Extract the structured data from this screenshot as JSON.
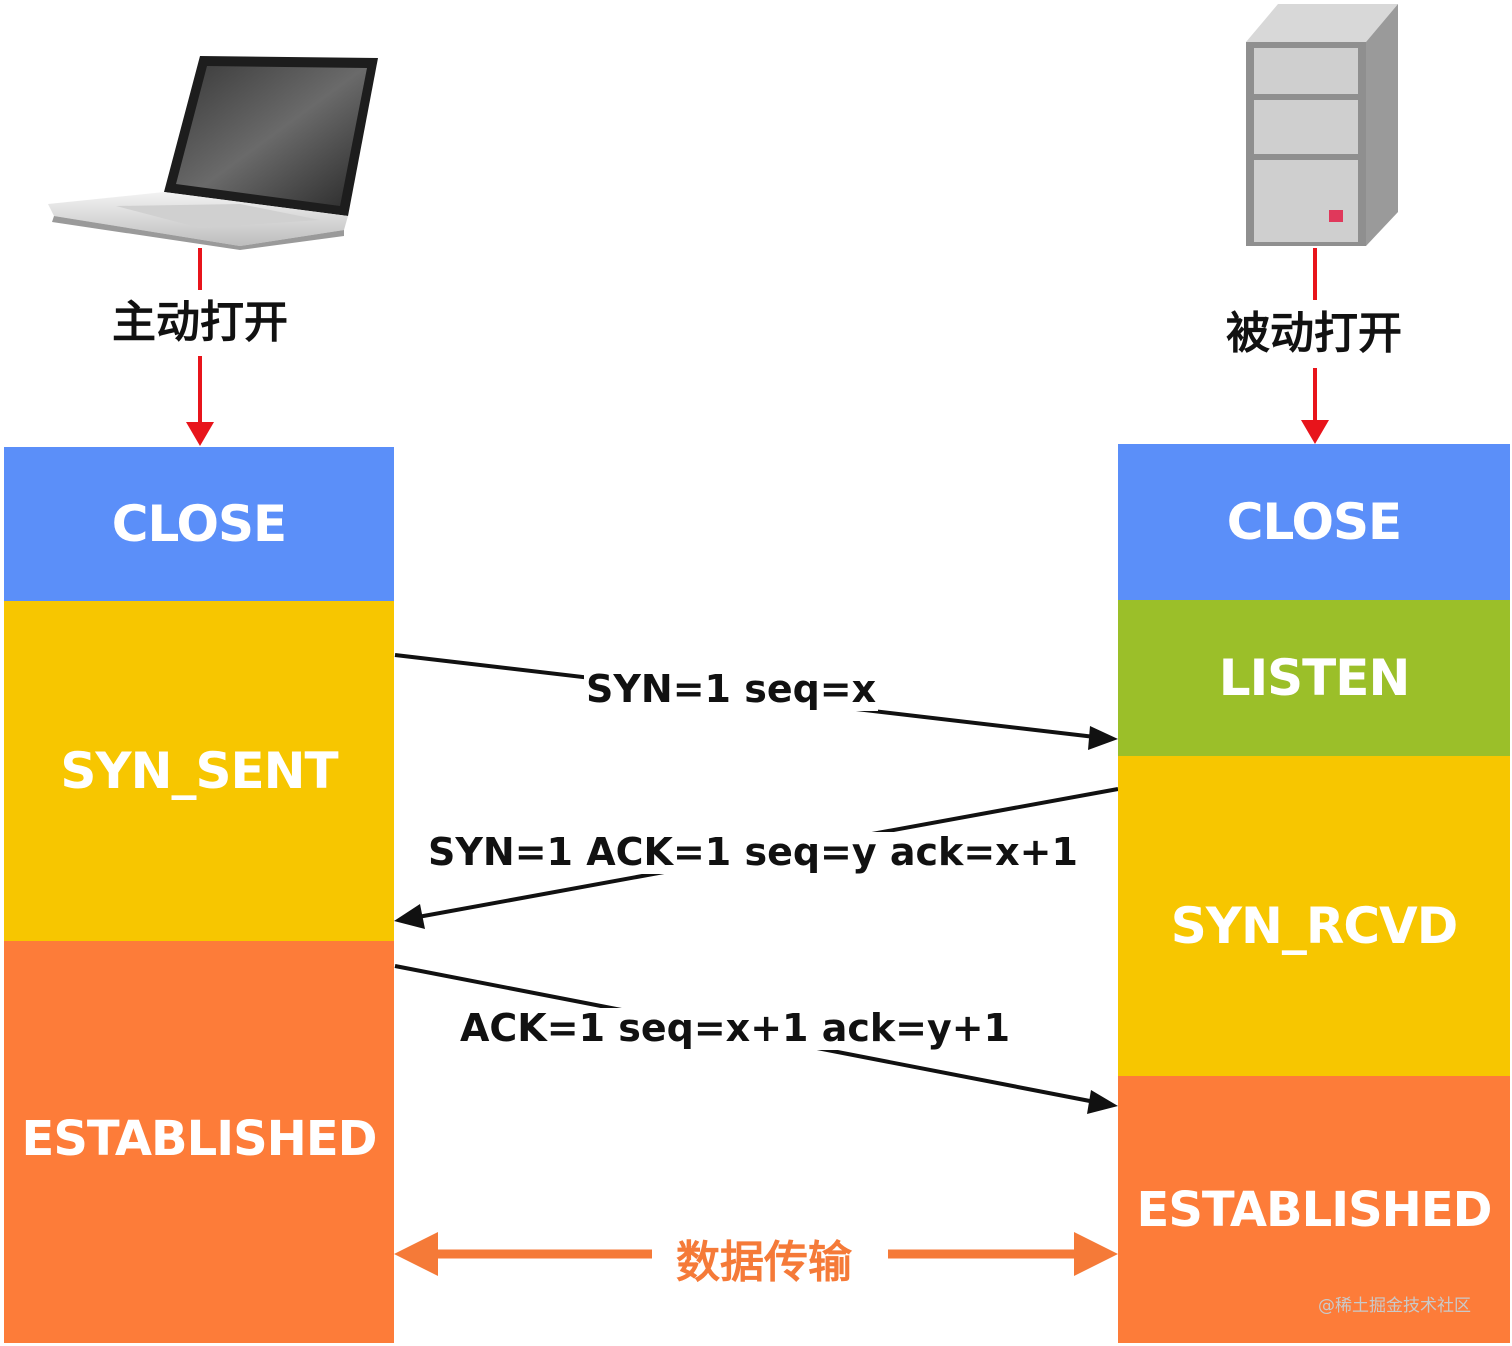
{
  "client": {
    "icon": "laptop-icon",
    "label": "主动打开",
    "states": [
      {
        "key": "close",
        "label": "CLOSE",
        "color": "#5b8ff9"
      },
      {
        "key": "syn_sent",
        "label": "SYN_SENT",
        "color": "#f7c600"
      },
      {
        "key": "established",
        "label": "ESTABLISHED",
        "color": "#fd7c39"
      }
    ]
  },
  "server": {
    "icon": "server-tower-icon",
    "label": "被动打开",
    "states": [
      {
        "key": "close",
        "label": "CLOSE",
        "color": "#5b8ff9"
      },
      {
        "key": "listen",
        "label": "LISTEN",
        "color": "#9bbf29"
      },
      {
        "key": "syn_rcvd",
        "label": "SYN_RCVD",
        "color": "#f7c600"
      },
      {
        "key": "established",
        "label": "ESTABLISHED",
        "color": "#fd7c39"
      }
    ]
  },
  "messages": [
    {
      "label": "SYN=1 seq=x",
      "direction": "client-to-server"
    },
    {
      "label": "SYN=1 ACK=1 seq=y ack=x+1",
      "direction": "server-to-client"
    },
    {
      "label": "ACK=1 seq=x+1 ack=y+1",
      "direction": "client-to-server"
    }
  ],
  "data_transfer": {
    "label": "数据传输",
    "color": "#f57a38"
  },
  "open_arrow_color": "#e8141b",
  "watermark": "@稀土掘金技术社区"
}
